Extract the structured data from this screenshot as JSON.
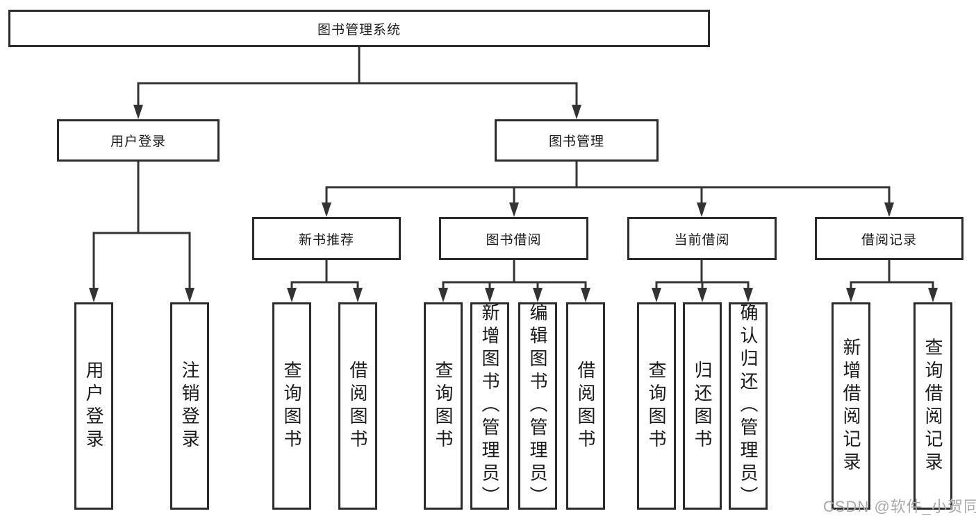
{
  "diagram_title": "图书管理系统",
  "tree": {
    "root": "图书管理系统",
    "branches": [
      {
        "label": "用户登录",
        "children": [
          "用户登录",
          "注销登录"
        ]
      },
      {
        "label": "图书管理",
        "children": [
          {
            "label": "新书推荐",
            "children": [
              "查询图书",
              "借阅图书"
            ]
          },
          {
            "label": "图书借阅",
            "children": [
              "查询图书",
              "新增图书（管理员）",
              "编辑图书（管理员）",
              "借阅图书"
            ]
          },
          {
            "label": "当前借阅",
            "children": [
              "查询图书",
              "归还图书",
              "确认归还（管理员）"
            ]
          },
          {
            "label": "借阅记录",
            "children": [
              "新增借阅记录",
              "查询借阅记录"
            ]
          }
        ]
      }
    ]
  },
  "watermark": {
    "text": "CSDN @软件_小贺同学"
  },
  "colors": {
    "line": "#333333",
    "box_border": "#2b2b2b",
    "text": "#1a1a1a",
    "watermark": "#a8a8a8",
    "background": "#ffffff"
  }
}
